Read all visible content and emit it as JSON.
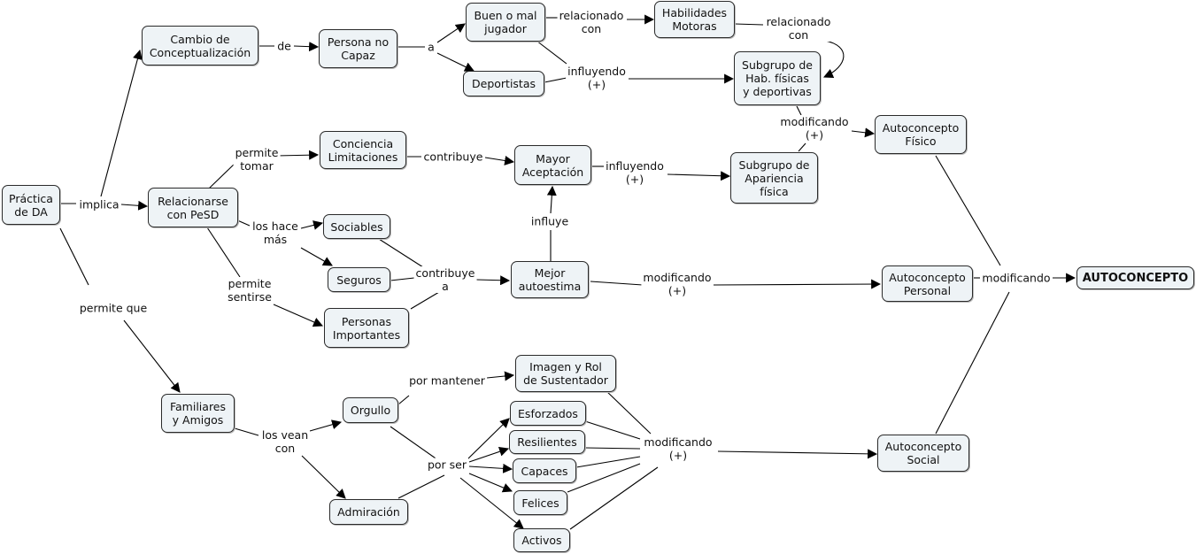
{
  "concept_map": {
    "nodes": {
      "practica": "Práctica\nde DA",
      "cambio": "Cambio de\nConceptualización",
      "persona_no_capaz": "Persona no\nCapaz",
      "buen_mal_jugador": "Buen o mal\njugador",
      "habilidades_motoras": "Habilidades\nMotoras",
      "deportistas": "Deportistas",
      "subgrupo_hab": "Subgrupo de\nHab. físicas\ny deportivas",
      "autoconcepto_fisico": "Autoconcepto\nFísico",
      "relacionarse": "Relacionarse\ncon PeSD",
      "conciencia": "Conciencia\nLimitaciones",
      "mayor_aceptacion": "Mayor\nAceptación",
      "subgrupo_apariencia": "Subgrupo de\nApariencia\nfísica",
      "sociables": "Sociables",
      "seguros": "Seguros",
      "personas_importantes": "Personas\nImportantes",
      "mejor_autoestima": "Mejor\nautoestima",
      "autoconcepto_personal": "Autoconcepto\nPersonal",
      "autoconcepto": "AUTOCONCEPTO",
      "familiares": "Familiares\ny Amigos",
      "orgullo": "Orgullo",
      "admiracion": "Admiración",
      "imagen_rol": "Imagen y Rol\nde Sustentador",
      "esforzados": "Esforzados",
      "resilientes": "Resilientes",
      "capaces": "Capaces",
      "felices": "Felices",
      "activos": "Activos",
      "autoconcepto_social": "Autoconcepto\nSocial"
    },
    "links": {
      "implica": "implica",
      "de": "de",
      "a": "a",
      "relacionado_con_1": "relacionado\ncon",
      "relacionado_con_2": "relacionado\ncon",
      "influyendo_1": "influyendo\n(+)",
      "modificando_fisico": "modificando\n(+)",
      "permite_tomar": "permite\ntomar",
      "contribuye": "contribuye",
      "influyendo_2": "influyendo\n(+)",
      "influye": "influye",
      "los_hace_mas": "los hace\nmás",
      "permite_sentirse": "permite\nsentirse",
      "contribuye_a": "contribuye\na",
      "modificando_personal": "modificando\n(+)",
      "modificando_final": "modificando",
      "permite_que": "permite que",
      "los_vean_con": "los vean\ncon",
      "por_mantener": "por mantener",
      "por_ser": "por ser",
      "modificando_social": "modificando\n(+)"
    }
  }
}
